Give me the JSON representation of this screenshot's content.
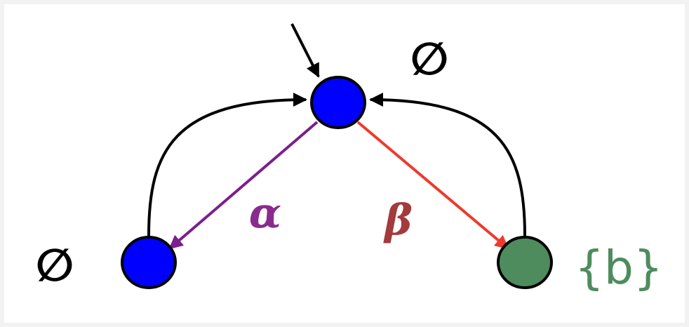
{
  "diagram": {
    "colors": {
      "node_blue": "#0000ff",
      "node_green": "#4e8c5e",
      "edge_black": "#000000",
      "edge_alpha": "#7b1f8c",
      "edge_beta": "#ee3a2c",
      "label_alpha": "#8a2a8e",
      "label_beta": "#a33a3c",
      "label_set": "#4e8c5e"
    },
    "nodes": {
      "top": {
        "fill": "blue",
        "label": "∅"
      },
      "left": {
        "fill": "blue",
        "label": "∅"
      },
      "right": {
        "fill": "green",
        "label": "{b}"
      }
    },
    "edges": {
      "alpha": {
        "label": "α",
        "from": "top",
        "to": "left"
      },
      "beta": {
        "label": "β",
        "from": "top",
        "to": "right"
      },
      "left_return": {
        "from": "left",
        "to": "top"
      },
      "right_return": {
        "from": "right",
        "to": "top"
      },
      "initial": {
        "to": "top"
      }
    }
  }
}
